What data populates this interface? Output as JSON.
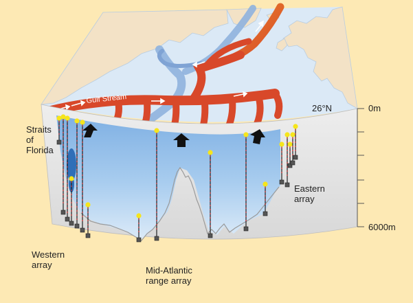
{
  "labels": {
    "gulf_stream": "Gulf Stream",
    "latitude": "26°N",
    "depth_top": "0m",
    "depth_bottom": "6000m",
    "straits": "Straits\nof\nFlorida",
    "western_array": "Western\narray",
    "mid_atlantic_array": "Mid-Atlantic\nrange array",
    "eastern_array": "Eastern\narray"
  },
  "colors": {
    "background": "#fde9b4",
    "ocean": "#dbe9f6",
    "land": "#f3e2c6",
    "gulf_stream": "#d8482a",
    "deep_current": "#8fb2de",
    "section_wall": "#e6e6e6",
    "mooring_float": "#f6e51c",
    "mooring_line": "#c62828",
    "upward_arrow": "#111111",
    "northern_current_orange": "#e8862a"
  },
  "icons": {
    "upward_flow": "black-up-arrow-icon",
    "float": "yellow-float-icon",
    "anchor": "grey-anchor-icon"
  }
}
